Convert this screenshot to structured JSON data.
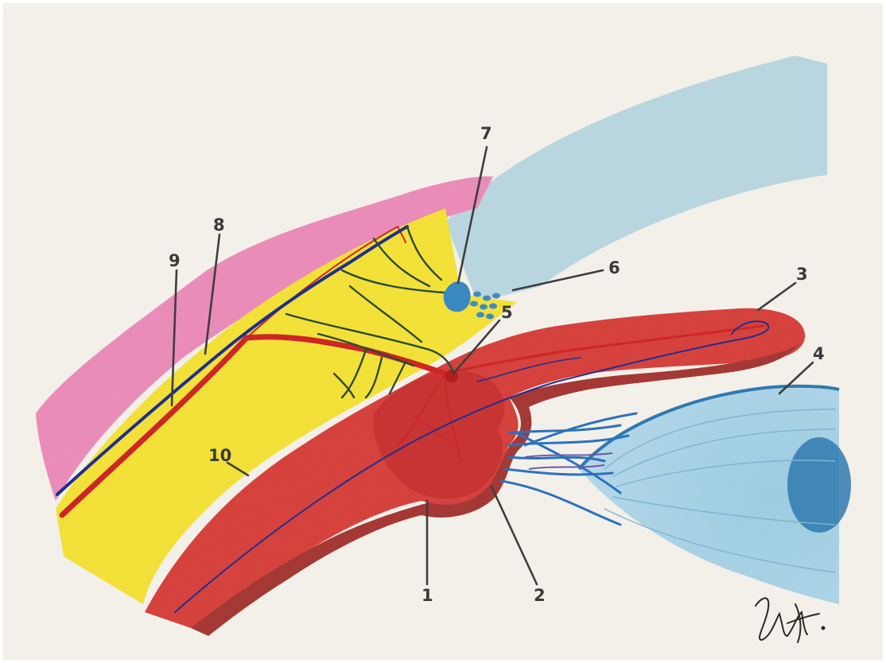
{
  "colors": {
    "paper": "#f3efe9",
    "skin": "#ee8fbc",
    "fat": "#f7e53a",
    "ciliary_muscle": "#d9443e",
    "ciliary_dark": "#a83a36",
    "iris_body": "#c23230",
    "artery": "#cc2626",
    "vein": "#1f2f8e",
    "nerve": "#2a4a36",
    "ganglion": "#3a88c0",
    "cornea_haze": "#a9d2e2",
    "lens": "#a9d4ea",
    "lens_nucleus": "#2f7ab0",
    "zonule": "#2b72bc",
    "signature_ink": "#2a2a2a"
  },
  "labels": [
    {
      "id": "1",
      "text": "1"
    },
    {
      "id": "2",
      "text": "2"
    },
    {
      "id": "3",
      "text": "3"
    },
    {
      "id": "4",
      "text": "4"
    },
    {
      "id": "5",
      "text": "5"
    },
    {
      "id": "6",
      "text": "6"
    },
    {
      "id": "7",
      "text": "7"
    },
    {
      "id": "8",
      "text": "8"
    },
    {
      "id": "9",
      "text": "9"
    },
    {
      "id": "10",
      "text": "10"
    }
  ],
  "signature": {
    "icon": "handwritten-signature"
  }
}
